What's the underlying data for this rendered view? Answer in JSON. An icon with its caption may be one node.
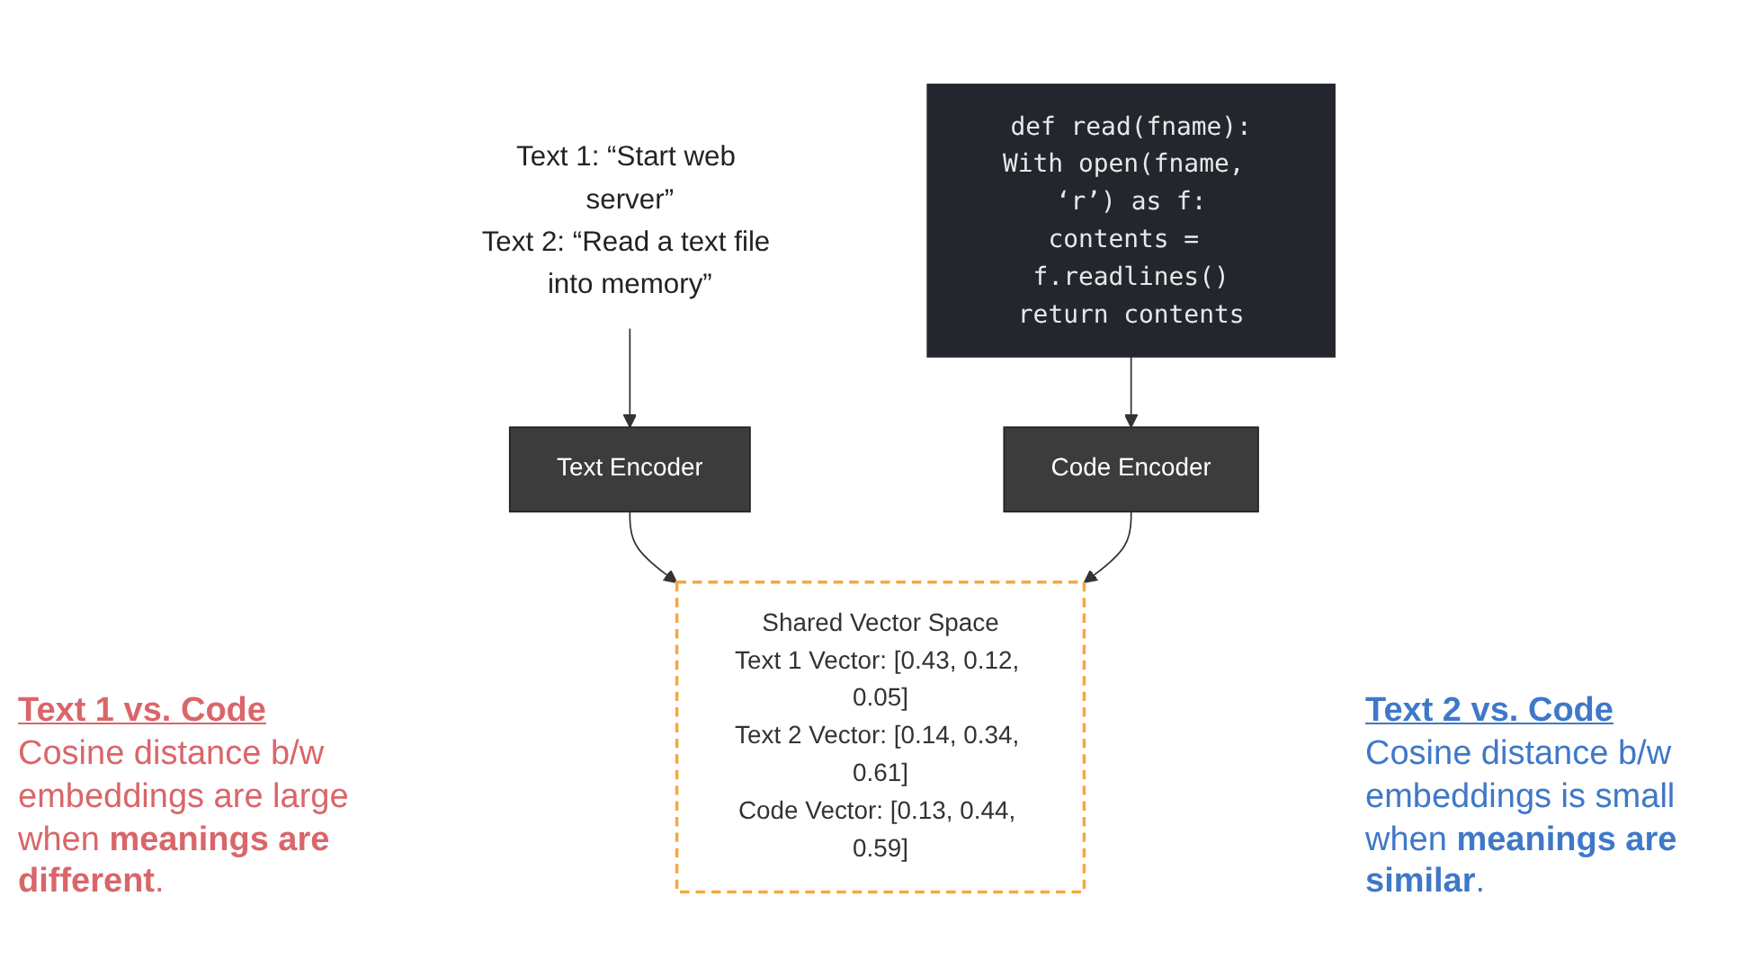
{
  "diagram": {
    "nodes": [
      {
        "text": [
          "Text 1: “Start web server”",
          "Text 2: “Read a text file into memory”"
        ]
      },
      {
        "text": [
          "def read(fname):",
          "With open(fname, ‘r’) as f:",
          "contents = f.readlines()",
          "return contents"
        ]
      },
      {
        "text": [
          "Text Encoder"
        ]
      },
      {
        "text": [
          "Code Encoder"
        ]
      },
      {
        "text": [
          "Shared Vector Space",
          "Text 1 Vector: [0.43, 0.12, 0.05]",
          "Text 2 Vector: [0.14, 0.34, 0.61]",
          "Code Vector: [0.13, 0.44, 0.59]"
        ]
      }
    ],
    "edges": [
      {
        "from": 0,
        "to": 2,
        "arrow": "to"
      },
      {
        "from": 1,
        "to": 3,
        "arrow": "to"
      },
      {
        "from": 2,
        "to": 4,
        "arrow": "to"
      },
      {
        "from": 3,
        "to": 4,
        "arrow": "to"
      }
    ],
    "labels": [
      "Text 1 vs. Code",
      "Cosine distance b/w embeddings are large when **meanings are different**.",
      "Text 2 vs. Code",
      "Cosine distance b/w embeddings is small when **meanings are similar**."
    ]
  }
}
